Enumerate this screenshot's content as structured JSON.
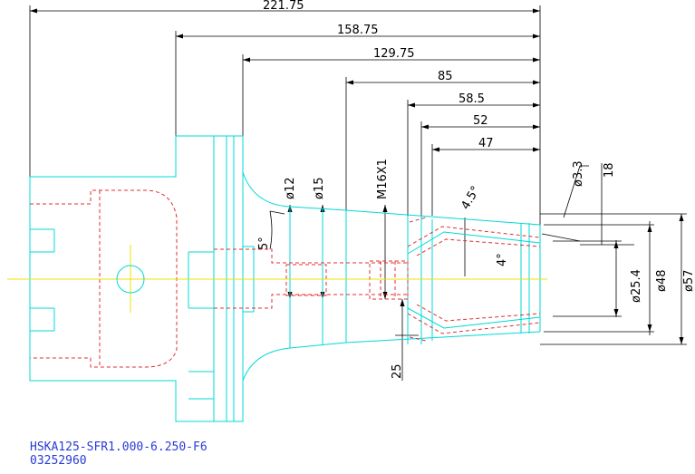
{
  "dimensions": {
    "d221": "221.75",
    "d158": "158.75",
    "d129": "129.75",
    "d85": "85",
    "d58": "58.5",
    "d52": "52",
    "d47": "47",
    "d18": "18",
    "d25": "25",
    "phi12": "ø12",
    "phi15": "ø15",
    "thread": "M16X1",
    "phi33": "ø3.3",
    "phi254": "ø25.4",
    "phi48": "ø48",
    "phi57": "ø57",
    "angle5": "5°",
    "angle45": "4.5°",
    "angle4": "4°"
  },
  "title": {
    "part_number": "HSKA125-SFR1.000-6.250-F6",
    "code": "03252960"
  },
  "colors": {
    "outline": "#00d8d8",
    "hidden": "#e03030",
    "center": "#f0e000",
    "dimension": "#000000",
    "title": "#2a3bd6"
  }
}
